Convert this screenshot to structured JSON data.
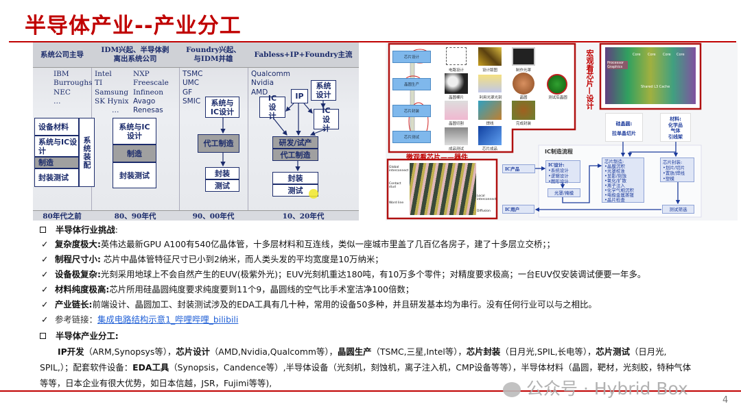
{
  "title": "半导体产业--产业分工",
  "left_diagram": {
    "headers": [
      "系统公司主导",
      "IDM兴起、半导体剥离出系统公司",
      "Foundry兴起、与IDM并雄",
      "Fabless+IP+Foundry主流"
    ],
    "headers_split": {
      "h1a": "IDM兴起、半导体剥",
      "h1b": "离出系统公司",
      "h2a": "Foundry兴起、",
      "h2b": "与IDM并雄"
    },
    "eras": [
      "80年代之前",
      "80、90年代",
      "90、00年代",
      "10、20年代"
    ],
    "col1": {
      "companies": [
        "IBM",
        "Burroughs",
        "NEC",
        "…"
      ],
      "blocks": [
        "设备材料",
        "系统与IC设计",
        "制造",
        "封装测试"
      ],
      "side": "系统装配"
    },
    "col2": {
      "companies_a": [
        "Intel",
        "TI",
        "Samsung",
        "SK Hynix",
        "…"
      ],
      "companies_b": [
        "NXP",
        "Freescale",
        "Infineon",
        "Avago",
        "Renesas"
      ],
      "blocks": [
        "系统与IC设计",
        "制造",
        "封装测试"
      ]
    },
    "col3": {
      "companies": [
        "TSMC",
        "UMC",
        "GF",
        "SMIC"
      ],
      "design": "系统与IC设计",
      "foundry": "代工制造",
      "pack": "封装",
      "test": "测试"
    },
    "col4": {
      "companies": [
        "Qualcomm",
        "Nvidia",
        "AMD"
      ],
      "ic1": "IC设计",
      "ip": "IP",
      "sys": "系统设计",
      "ic2": "IC设计",
      "rd": "研发/试产",
      "foundry": "代工制造",
      "pack": "封装",
      "test": "测试"
    }
  },
  "right_diagram": {
    "steps": [
      "芯片设计",
      "晶圆生产",
      "芯片封装",
      "芯片测试"
    ],
    "captions": [
      "电路设计",
      "设计版图",
      "制作光罩",
      "晶圆裸片",
      "利用光罩光刻",
      "晶圆",
      "测试后晶圆",
      "晶圆切割",
      "焊线",
      "完成封装",
      "成品测试",
      "芯片成品"
    ],
    "macro_label": "宏观看芯片—设计",
    "micro_label": "微观看芯片——器件",
    "die_labels": [
      "Processor Graphics",
      "Core",
      "Core",
      "Core",
      "Core",
      "Shared L3 Cache"
    ],
    "sem_labels": [
      "Global interconnect",
      "Contact stud",
      "Word line",
      "Local interconnect",
      "Diffusion"
    ],
    "wafer": {
      "title": "硅晶圆:",
      "sub": "拉单晶切片"
    },
    "materials": {
      "title": "材料:",
      "items": [
        "化学品",
        "气体",
        "引线架"
      ]
    },
    "flow_title": "IC制造流程",
    "ic_product": "IC产品",
    "ic_design": {
      "title": "IC设计:",
      "items": [
        "•系统设计",
        "•逻辑设计",
        "•图形设计"
      ]
    },
    "mask": "光罩/掩模",
    "fab": {
      "title": "芯片制造:",
      "items": [
        "•晶膜沉积",
        "•光罩校准",
        "•显影/刻蚀",
        "•氧化/扩散",
        "•离子注入",
        "•化学气相沉积",
        "•电极金属蒸镀",
        "•晶片检查"
      ]
    },
    "pack": {
      "title": "芯片封装:",
      "items": [
        "•划片/切片",
        "•置放/焊线",
        "•塑模"
      ]
    },
    "test": "测试筛选",
    "ic_user": "IC用户"
  },
  "challenges": {
    "heading": "半导体行业挑战",
    "heading_suffix": ":",
    "items": [
      {
        "label": "复杂度极大:",
        "text": "英伟达最新GPU A100有540亿晶体管，十多层材料和互连线，类似一座城市里盖了几百亿各房子，建了十多层立交桥；；"
      },
      {
        "label": "制程尺寸小:",
        "text": " 芯片中晶体管特征尺寸已小到2纳米，而人类头发的平均宽度是10万纳米；"
      },
      {
        "label": "设备极复杂:",
        "text": "光刻采用地球上不会自然产生的EUV(极紫外光)；EUV光刻机重达180吨，有10万多个零件；对精度要求极高；一台EUV仅安装调试便要一年多。"
      },
      {
        "label": "材料纯度极高:",
        "text": "芯片所用硅晶圆纯度要求纯度要到11个9，晶圆线的空气比手术室洁净100倍数；"
      },
      {
        "label": "产业链长:",
        "text": "前端设计、晶圆加工、封装测试涉及的EDA工具有几十种，常用的设备50多种，并且研发基本均为串行。没有任何行业可以与之相比。"
      }
    ],
    "ref_label": "参考链接：",
    "ref_link": "集成电路结构示意1_哔哩哔哩_bilibili"
  },
  "division": {
    "heading": "半导体产业分工:",
    "line1": [
      [
        "b",
        "IP开发"
      ],
      [
        "n",
        "（ARM,Synopsys等），"
      ],
      [
        "b",
        "芯片设计"
      ],
      [
        "n",
        "（AMD,Nvidia,Qualcomm等），"
      ],
      [
        "b",
        "晶圆生产"
      ],
      [
        "n",
        "（TSMC,三星,Intel等），"
      ],
      [
        "b",
        "芯片封装"
      ],
      [
        "n",
        "（日月光,SPIL,长电等），"
      ],
      [
        "b",
        "芯片测试"
      ],
      [
        "n",
        "（日月光,"
      ]
    ],
    "line2": [
      [
        "n",
        "SPIL,）；配套软件设备："
      ],
      [
        "b",
        "EDA工具"
      ],
      [
        "n",
        "（Synopsis，Candence等）,半导体设备（光刻机，刻蚀机，离子注入机，CMP设备等等），半导体材料（晶圆，靶材，光刻胶，特种气体"
      ]
    ],
    "line3": [
      [
        "n",
        "等等，日本企业有很大优势，如日本信越，JSR，Fujimi等等),"
      ]
    ]
  },
  "watermark": "公众号 · Hybrid Box",
  "page_number": "4",
  "colors": {
    "accent": "#c00000",
    "navy": "#1b2b6b",
    "link": "#1f5fd6"
  }
}
